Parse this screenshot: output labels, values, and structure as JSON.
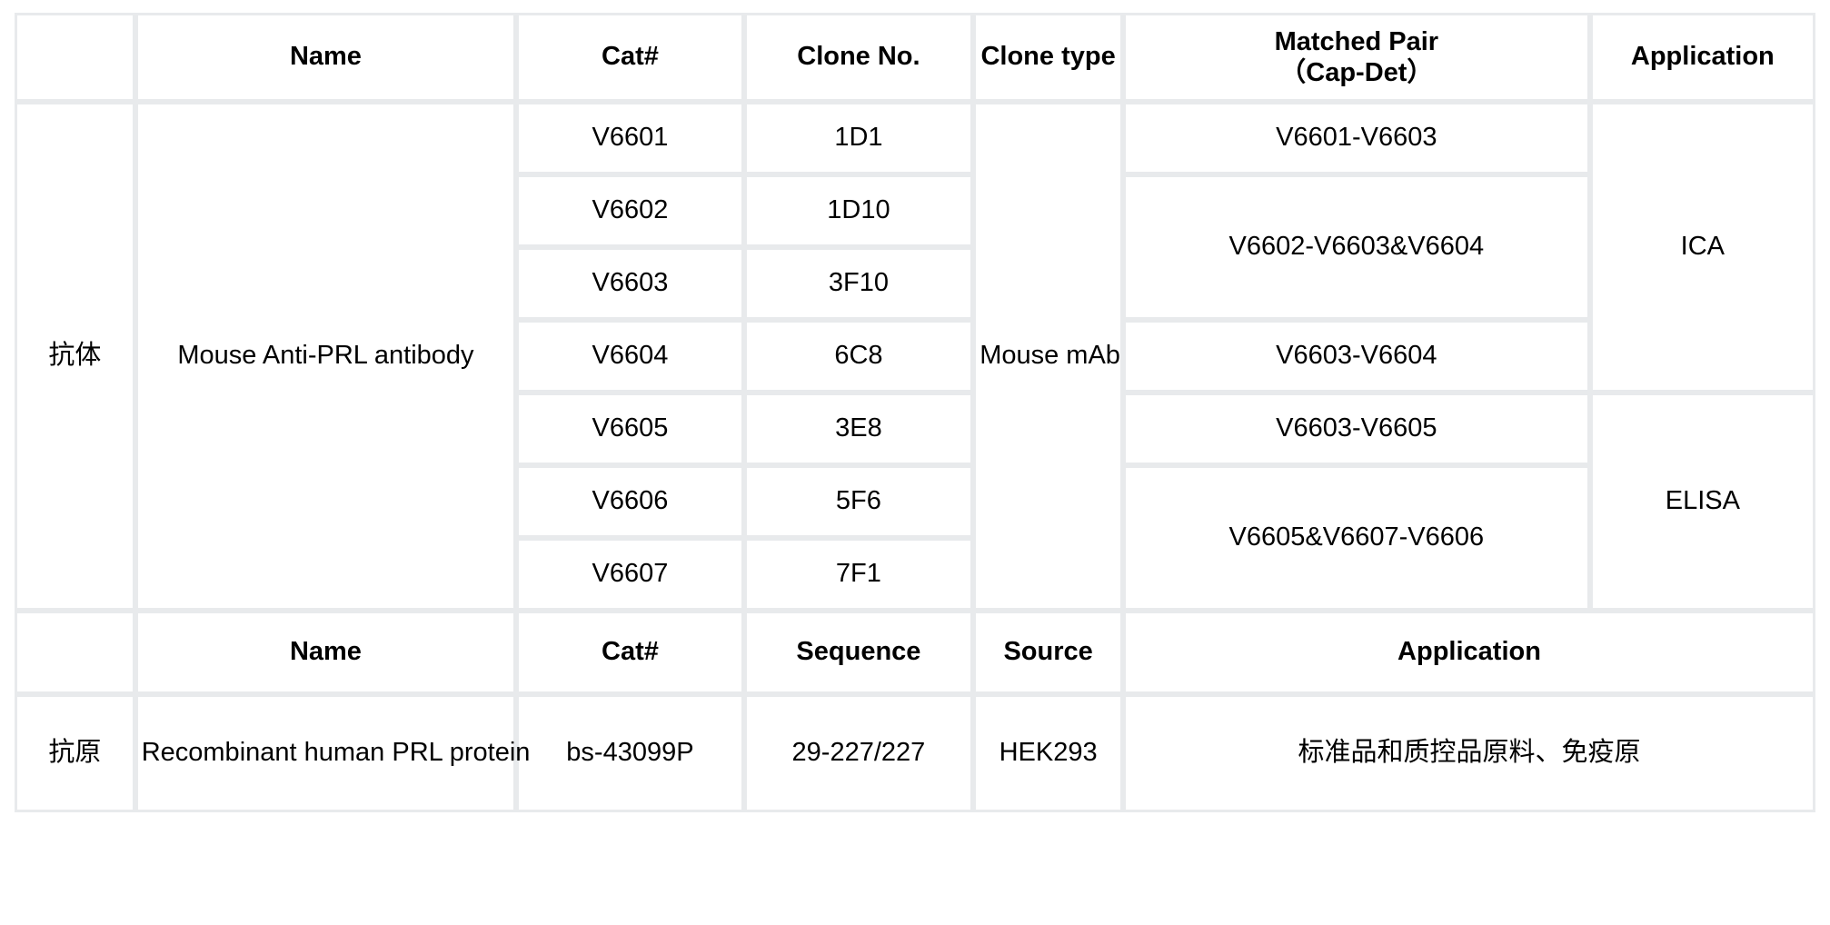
{
  "table": {
    "sections": [
      {
        "id": "antibody",
        "side_label": "抗体",
        "headers": {
          "name": "Name",
          "cat": "Cat#",
          "clone_no": "Clone No.",
          "clone_type": "Clone type",
          "matched_pair_line1": "Matched Pair",
          "matched_pair_line2": "（Cap-Det）",
          "application": "Application"
        },
        "product_name": "Mouse Anti-PRL antibody",
        "clone_type_value": "Mouse mAb",
        "rows": [
          {
            "cat": "V6601",
            "clone_no": "1D1"
          },
          {
            "cat": "V6602",
            "clone_no": "1D10"
          },
          {
            "cat": "V6603",
            "clone_no": "3F10"
          },
          {
            "cat": "V6604",
            "clone_no": "6C8"
          },
          {
            "cat": "V6605",
            "clone_no": "3E8"
          },
          {
            "cat": "V6606",
            "clone_no": "5F6"
          },
          {
            "cat": "V6607",
            "clone_no": "7F1"
          }
        ],
        "matched_pairs": [
          {
            "value": "V6601-V6603",
            "rowspan": 1
          },
          {
            "value": "V6602-V6603&V6604",
            "rowspan": 2
          },
          {
            "value": "V6603-V6604",
            "rowspan": 1
          },
          {
            "value": "V6603-V6605",
            "rowspan": 1
          },
          {
            "value": "V6605&V6607-V6606",
            "rowspan": 2
          }
        ],
        "applications": [
          {
            "value": "ICA",
            "rowspan": 4
          },
          {
            "value": "ELISA",
            "rowspan": 3
          }
        ]
      },
      {
        "id": "antigen",
        "side_label": "抗原",
        "headers": {
          "name": "Name",
          "cat": "Cat#",
          "sequence": "Sequence",
          "source": "Source",
          "application": "Application"
        },
        "row": {
          "name": "Recombinant human PRL protein",
          "cat": "bs-43099P",
          "sequence": "29-227/227",
          "source": "HEK293",
          "application": "标准品和质控品原料、免疫原"
        }
      }
    ]
  },
  "colors": {
    "header_bg": "#dde1f1",
    "cell_bg": "#ffffff",
    "border": "#e8eaec",
    "text": "#000000",
    "page_bg": "#ffffff"
  }
}
